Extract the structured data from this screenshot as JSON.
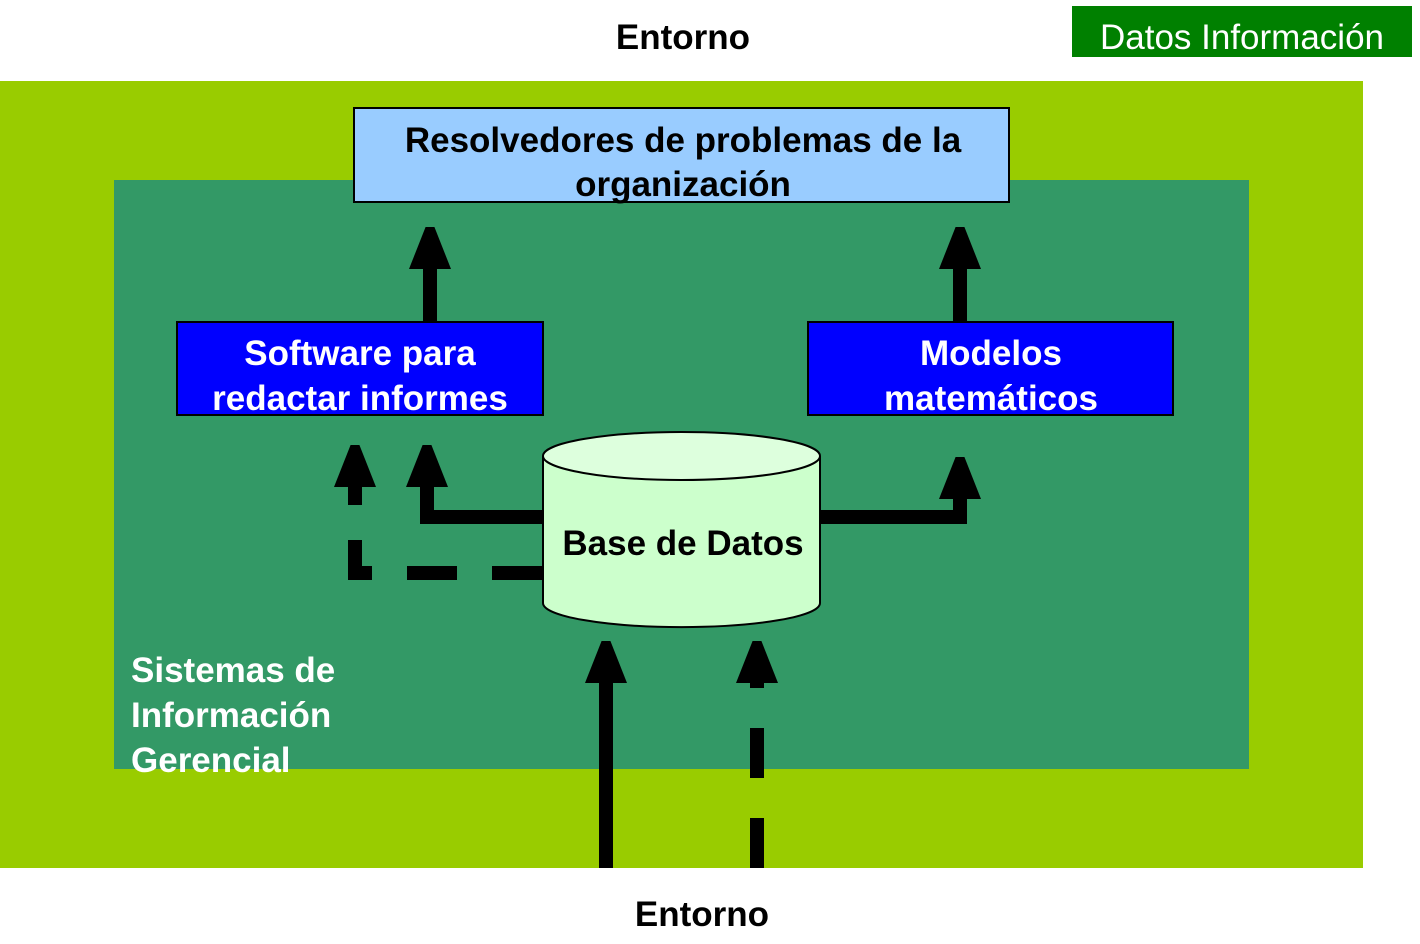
{
  "title_top": "Entorno",
  "title_bottom": "Entorno",
  "legend": {
    "label": "Datos Información",
    "color": "#008000"
  },
  "boxes": {
    "top_line1": "Resolvedores de problemas de la",
    "top_line2": "organización",
    "software_line1": "Software para",
    "software_line2": "redactar informes",
    "models_line1": "Modelos",
    "models_line2": "matemáticos",
    "database": "Base de Datos"
  },
  "system_label": {
    "line1": "Sistemas de",
    "line2": "Información",
    "line3": "Gerencial"
  },
  "colors": {
    "environment": "#99cc00",
    "system": "#339966",
    "top_box": "#99ccff",
    "process_box": "#0000ff",
    "database": "#ccffcc"
  }
}
